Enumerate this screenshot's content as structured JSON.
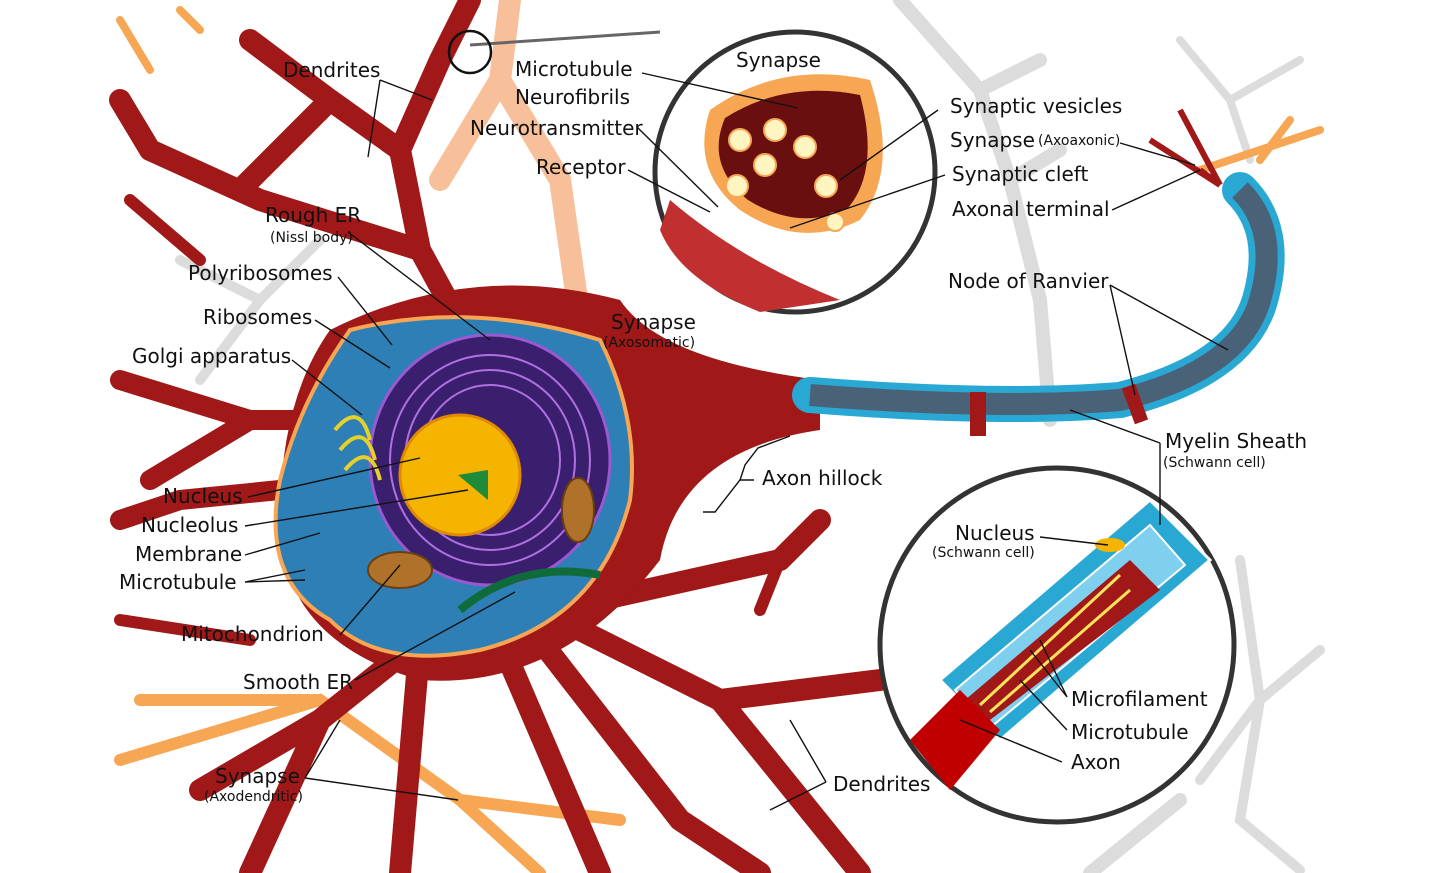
{
  "colors": {
    "neuron": "#a01818",
    "synapse_orange": "#f7a654",
    "synapse_light": "#f8c09a",
    "myelin": "#2aa8d4",
    "axon_core": "#4a6278",
    "cytoplasm": "#2d7fb5",
    "nucleus": "#f5b400",
    "rough_er": "#5a2a8a",
    "background_neuron": "#d9d9d9"
  },
  "labels": {
    "dendrites_top": "Dendrites",
    "microtubule_top": "Microtubule",
    "neurofibrils": "Neurofibrils",
    "neurotransmitter": "Neurotransmitter",
    "receptor": "Receptor",
    "synapse_inset": "Synapse",
    "synaptic_vesicles": "Synaptic vesicles",
    "synapse_axoaxonic": "Synapse",
    "synapse_axoaxonic_sub": "(Axoaxonic)",
    "synaptic_cleft": "Synaptic cleft",
    "axonal_terminal": "Axonal terminal",
    "rough_er": "Rough ER",
    "rough_er_sub": "(Nissl body)",
    "polyribosomes": "Polyribosomes",
    "ribosomes": "Ribosomes",
    "golgi": "Golgi apparatus",
    "synapse_axosomatic": "Synapse",
    "synapse_axosomatic_sub": "(Axosomatic)",
    "node_of_ranvier": "Node of Ranvier",
    "myelin_sheath": "Myelin Sheath",
    "myelin_sheath_sub": "(Schwann cell)",
    "axon_hillock": "Axon hillock",
    "nucleus": "Nucleus",
    "nucleolus": "Nucleolus",
    "membrane": "Membrane",
    "microtubule_cell": "Microtubule",
    "nucleus_schwann": "Nucleus",
    "nucleus_schwann_sub": "(Schwann cell)",
    "mitochondrion": "Mitochondrion",
    "smooth_er": "Smooth ER",
    "microfilament": "Microfilament",
    "microtubule_axon": "Microtubule",
    "axon": "Axon",
    "synapse_axodendritic": "Synapse",
    "synapse_axodendritic_sub": "(Axodendritic)",
    "dendrites_bottom": "Dendrites"
  }
}
